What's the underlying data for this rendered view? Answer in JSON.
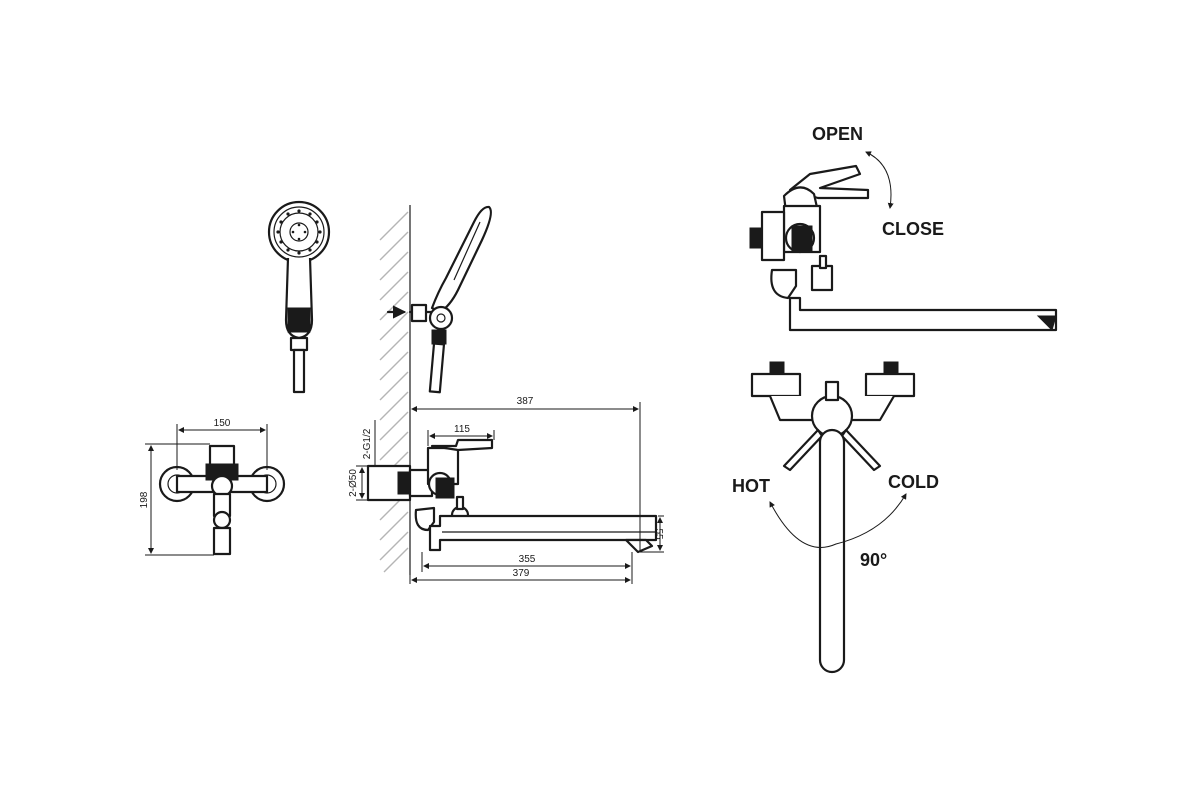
{
  "labels": {
    "open": "OPEN",
    "close": "CLOSE",
    "hot": "HOT",
    "cold": "COLD",
    "angle": "90°"
  },
  "dimensions": {
    "center_distance": "150",
    "height": "198",
    "total_length": "387",
    "handle_offset": "115",
    "spout_reach": "355",
    "spout_length": "379",
    "spout_height": "55",
    "thread": "2-G1/2",
    "pipe_diameter": "2-Ø50"
  },
  "colors": {
    "ink": "#1a1a1a",
    "hatch": "#b5b5b5",
    "background": "#ffffff"
  }
}
